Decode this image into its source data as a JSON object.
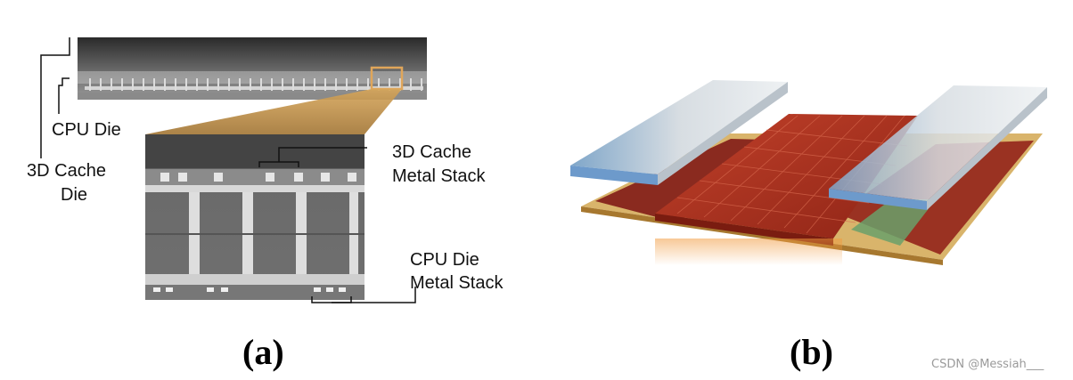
{
  "panel_a": {
    "labels": {
      "cpu_die": "CPU Die",
      "cache_die_line1": "3D Cache",
      "cache_die_line2": "Die",
      "cache_stack_line1": "3D Cache",
      "cache_stack_line2": "Metal Stack",
      "cpu_stack_line1": "CPU Die",
      "cpu_stack_line2": "Metal Stack"
    },
    "caption": "(a)"
  },
  "panel_b": {
    "caption": "(b)"
  },
  "watermark": "CSDN @Messiah___",
  "colors": {
    "highlight": "#e0a65a",
    "zoom_wedge": "#c9953e",
    "die_red": "#b8321f",
    "substrate_gold": "#c89a4a",
    "glass": "#cdd3d8"
  }
}
